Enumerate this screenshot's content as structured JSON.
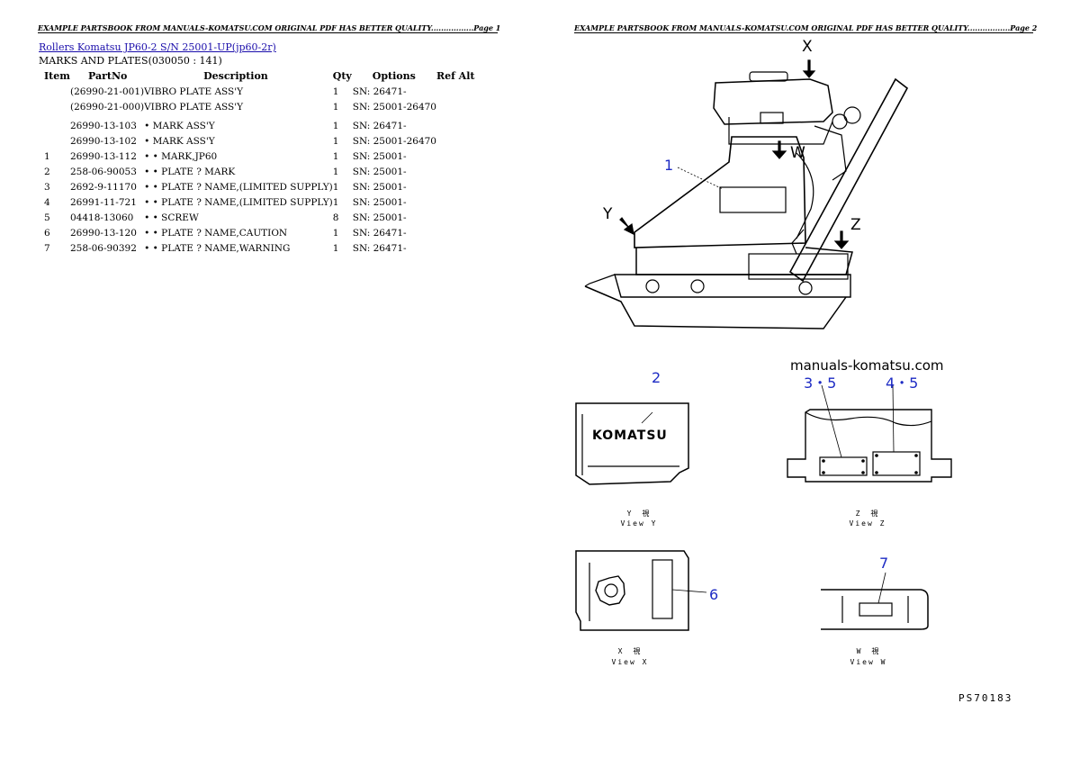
{
  "header_left": "EXAMPLE PARTSBOOK FROM MANUALS-KOMATSU.COM ORIGINAL PDF HAS BETTER QUALITY.................Page 1",
  "header_right": "EXAMPLE PARTSBOOK FROM MANUALS-KOMATSU.COM ORIGINAL PDF HAS BETTER QUALITY.................Page 2",
  "title_link": "Rollers Komatsu JP60-2 S/N 25001-UP(jp60-2r)",
  "section_title": "MARKS AND PLATES(030050 : 141)",
  "columns": {
    "item": "Item",
    "partno": "PartNo",
    "description": "Description",
    "qty": "Qty",
    "options": "Options",
    "refalt": "Ref Alt"
  },
  "rows": [
    {
      "item": "",
      "partno": "(26990-21-001)",
      "description": "VIBRO PLATE ASS'Y",
      "qty": "1",
      "options": "SN: 26471-",
      "gap_after": false
    },
    {
      "item": "",
      "partno": "(26990-21-000)",
      "description": "VIBRO PLATE ASS'Y",
      "qty": "1",
      "options": "SN: 25001-26470",
      "gap_after": true
    },
    {
      "item": "",
      "partno": "26990-13-103",
      "description": "• MARK ASS'Y",
      "qty": "1",
      "options": "SN: 26471-",
      "gap_after": false
    },
    {
      "item": "",
      "partno": "26990-13-102",
      "description": "• MARK ASS'Y",
      "qty": "1",
      "options": "SN: 25001-26470",
      "gap_after": false
    },
    {
      "item": "1",
      "partno": "26990-13-112",
      "description": "• • MARK,JP60",
      "qty": "1",
      "options": "SN: 25001-",
      "gap_after": false
    },
    {
      "item": "2",
      "partno": "258-06-90053",
      "description": "• • PLATE ? MARK",
      "qty": "1",
      "options": "SN: 25001-",
      "gap_after": false
    },
    {
      "item": "3",
      "partno": "2692-9-11170",
      "description": "• • PLATE ? NAME,(LIMITED SUPPLY)",
      "qty": "1",
      "options": "SN: 25001-",
      "gap_after": false
    },
    {
      "item": "4",
      "partno": "26991-11-721",
      "description": "• • PLATE ? NAME,(LIMITED SUPPLY)",
      "qty": "1",
      "options": "SN: 25001-",
      "gap_after": false
    },
    {
      "item": "5",
      "partno": "04418-13060",
      "description": "• • SCREW",
      "qty": "8",
      "options": "SN: 25001-",
      "gap_after": false
    },
    {
      "item": "6",
      "partno": "26990-13-120",
      "description": "• • PLATE ? NAME,CAUTION",
      "qty": "1",
      "options": "SN: 26471-",
      "gap_after": false
    },
    {
      "item": "7",
      "partno": "258-06-90392",
      "description": "• • PLATE ? NAME,WARNING",
      "qty": "1",
      "options": "SN: 26471-",
      "gap_after": false
    }
  ],
  "drawing": {
    "watermark": "manuals-komatsu.com",
    "arrow_labels": {
      "x": "X",
      "y": "Y",
      "z": "Z",
      "w": "W"
    },
    "callouts": {
      "c1": "1",
      "c2": "2",
      "c35": "3・5",
      "c45": "4・5",
      "c6": "6",
      "c7": "7"
    },
    "brand": "KOMATSU",
    "view_y": {
      "jp": "Y　視",
      "en": "View Y"
    },
    "view_z": {
      "jp": "Z　視",
      "en": "View Z"
    },
    "view_x": {
      "jp": "X　視",
      "en": "View X"
    },
    "view_w": {
      "jp": "W　視",
      "en": "View W"
    },
    "drawing_id": "PS70183",
    "line_color": "#000000",
    "callout_color": "#1d2bc4"
  }
}
